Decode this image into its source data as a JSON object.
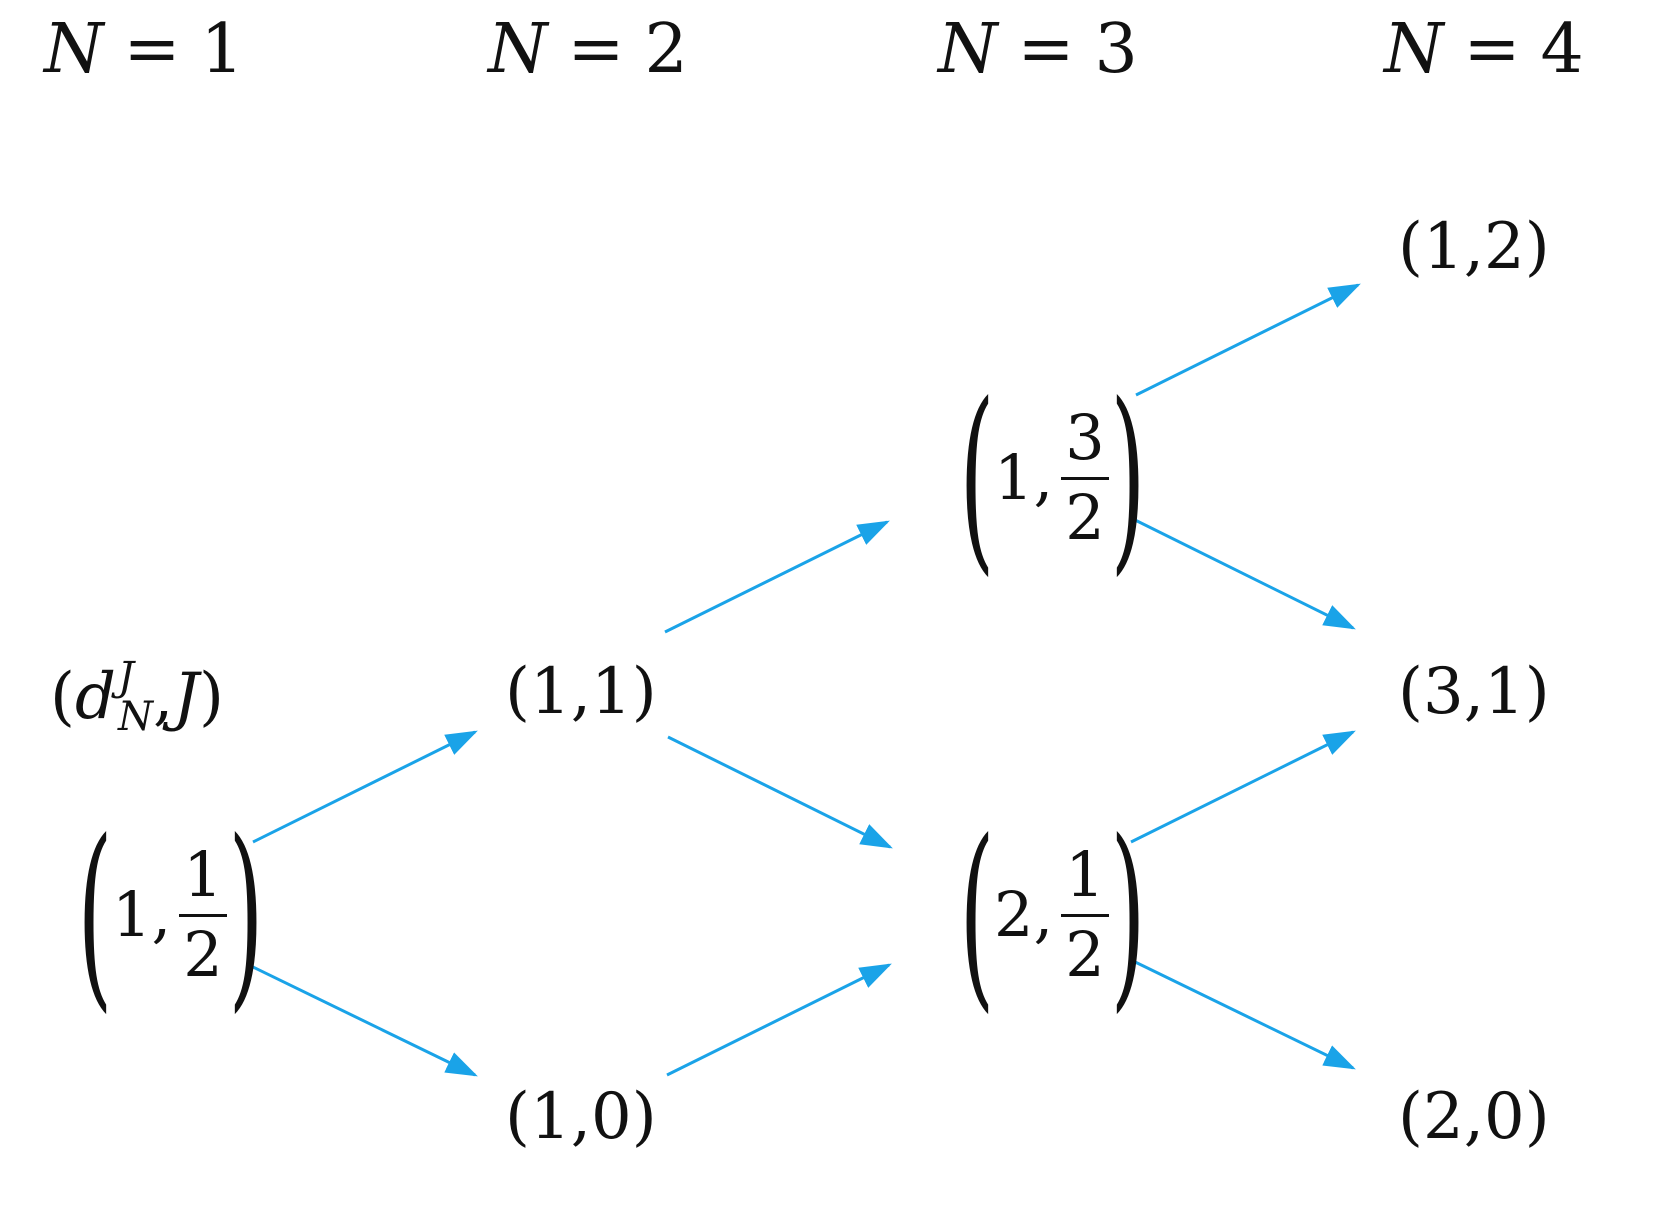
{
  "headers": [
    {
      "var": "N",
      "op": "=",
      "value": "1"
    },
    {
      "var": "N",
      "op": "=",
      "value": "2"
    },
    {
      "var": "N",
      "op": "=",
      "value": "3"
    },
    {
      "var": "N",
      "op": "=",
      "value": "4"
    }
  ],
  "row_label": {
    "open": "(",
    "d": "d",
    "sup": "J",
    "sub": "N",
    "comma": ",",
    "J": "J",
    "close": ")"
  },
  "nodes": {
    "n1": {
      "whole": "1,",
      "num": "1",
      "den": "2"
    },
    "n2a": {
      "text": "(1,1)"
    },
    "n2b": {
      "text": "(1,0)"
    },
    "n3a": {
      "whole": "1,",
      "num": "3",
      "den": "2"
    },
    "n3b": {
      "whole": "2,",
      "num": "1",
      "den": "2"
    },
    "n4a": {
      "text": "(1,2)"
    },
    "n4b": {
      "text": "(3,1)"
    },
    "n4c": {
      "text": "(2,0)"
    }
  },
  "colors": {
    "arrow": "#1aa3e8",
    "text": "#111111"
  }
}
